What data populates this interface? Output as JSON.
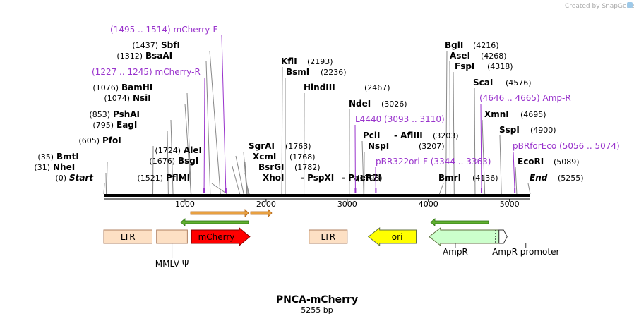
{
  "credit": "Created by SnapGene",
  "title": "PNCA-mCherry",
  "subtitle": "5255 bp",
  "total_bp": 5255,
  "axis_ticks": [
    1000,
    2000,
    3000,
    4000,
    5000
  ],
  "colors": {
    "primer": "#9933cc",
    "ltr": "#fde0c4",
    "mcherry": "#ff0000",
    "ori": "#ffff00",
    "ampr": "#ccffcc",
    "orange_arrow": "#e8a040",
    "green_arrow": "#60b030"
  },
  "sites": [
    {
      "name": "Start",
      "italic": true,
      "pos": "(0)",
      "bp": 0
    },
    {
      "name": "NheI",
      "pos": "(31)",
      "bp": 31
    },
    {
      "name": "BmtI",
      "pos": "(35)",
      "bp": 35
    },
    {
      "name": "PfoI",
      "pos": "(605)",
      "bp": 605
    },
    {
      "name": "EagI",
      "pos": "(795)",
      "bp": 795
    },
    {
      "name": "PshAI",
      "pos": "(853)",
      "bp": 853
    },
    {
      "name": "NsiI",
      "pos": "(1074)",
      "bp": 1074
    },
    {
      "name": "BamHI",
      "pos": "(1076)",
      "bp": 1076
    },
    {
      "name": "BsaAI",
      "pos": "(1312)",
      "bp": 1312
    },
    {
      "name": "SbfI",
      "pos": "(1437)",
      "bp": 1437
    },
    {
      "name": "PflMI",
      "pos": "(1521)",
      "bp": 1521
    },
    {
      "name": "BsgI",
      "pos": "(1676)",
      "bp": 1676
    },
    {
      "name": "AleI",
      "pos": "(1724)",
      "bp": 1724
    },
    {
      "name": "XhoI",
      "pos": "(1793)",
      "bp": 1793
    },
    {
      "name": "BsrGI",
      "pos": "(1782)",
      "bp": 1782
    },
    {
      "name": "XcmI",
      "pos": "(1768)",
      "bp": 1768
    },
    {
      "name": "SgrAI",
      "pos": "(1763)",
      "bp": 1763
    },
    {
      "name": "KflI",
      "pos": "(2193)",
      "bp": 2193
    },
    {
      "name": "BsmI",
      "pos": "(2236)",
      "bp": 2236
    },
    {
      "name": "HindIII",
      "pos": "(2467)",
      "bp": 2467
    },
    {
      "name": "PspXI",
      "pos": "",
      "bp": 1793
    },
    {
      "name": "PaeR7I",
      "pos": "",
      "bp": 1793
    },
    {
      "name": "NdeI",
      "pos": "(3026)",
      "bp": 3026
    },
    {
      "name": "NspI",
      "pos": "(3207)",
      "bp": 3207
    },
    {
      "name": "PciI",
      "pos": "",
      "bp": 3203
    },
    {
      "name": "AflIII",
      "pos": "(3203)",
      "bp": 3203
    },
    {
      "name": "BmrI",
      "pos": "(4136)",
      "bp": 4136
    },
    {
      "name": "BglI",
      "pos": "(4216)",
      "bp": 4216
    },
    {
      "name": "AseI",
      "pos": "(4268)",
      "bp": 4268
    },
    {
      "name": "FspI",
      "pos": "(4318)",
      "bp": 4318
    },
    {
      "name": "ScaI",
      "pos": "(4576)",
      "bp": 4576
    },
    {
      "name": "XmnI",
      "pos": "(4695)",
      "bp": 4695
    },
    {
      "name": "SspI",
      "pos": "(4900)",
      "bp": 4900
    },
    {
      "name": "EcoRI",
      "pos": "(5089)",
      "bp": 5089
    },
    {
      "name": "End",
      "italic": true,
      "pos": "(5255)",
      "bp": 5255
    }
  ],
  "primers": [
    {
      "name": "mCherry-F",
      "range": "(1495 .. 1514)",
      "bp": 1504
    },
    {
      "name": "mCherry-R",
      "range": "(1227 .. 1245)",
      "bp": 1236
    },
    {
      "name": "L4440",
      "range": "(3093 .. 3110)",
      "bp": 3101
    },
    {
      "name": "pBR322ori-F",
      "range": "(3344 .. 3363)",
      "bp": 3353
    },
    {
      "name": "Amp-R",
      "range": "(4646 .. 4665)",
      "bp": 4655
    },
    {
      "name": "pBRforEco",
      "range": "(5056 .. 5074)",
      "bp": 5065
    }
  ],
  "features": [
    {
      "label": "LTR",
      "type": "box",
      "start": 0,
      "end": 596,
      "color": "#fde0c4"
    },
    {
      "label": "MMLV Ψ",
      "type": "box",
      "start": 650,
      "end": 1030,
      "color": "#fde0c4",
      "label_below": true
    },
    {
      "label": "mCherry",
      "type": "arrow-right",
      "start": 1080,
      "end": 1800,
      "color": "#ff0000",
      "label_color": "#ffffff"
    },
    {
      "label": "LTR",
      "type": "box",
      "start": 2530,
      "end": 3000,
      "color": "#fde0c4"
    },
    {
      "label": "ori",
      "type": "arrow-left",
      "start": 3260,
      "end": 3850,
      "color": "#ffff00"
    },
    {
      "label": "AmpR",
      "type": "arrow-left",
      "start": 4010,
      "end": 4870,
      "color": "#ccffcc",
      "label_below": true
    },
    {
      "label": "AmpR promoter",
      "type": "box-right",
      "start": 4870,
      "end": 4970,
      "color": "#ffffff",
      "label_below": true
    }
  ]
}
